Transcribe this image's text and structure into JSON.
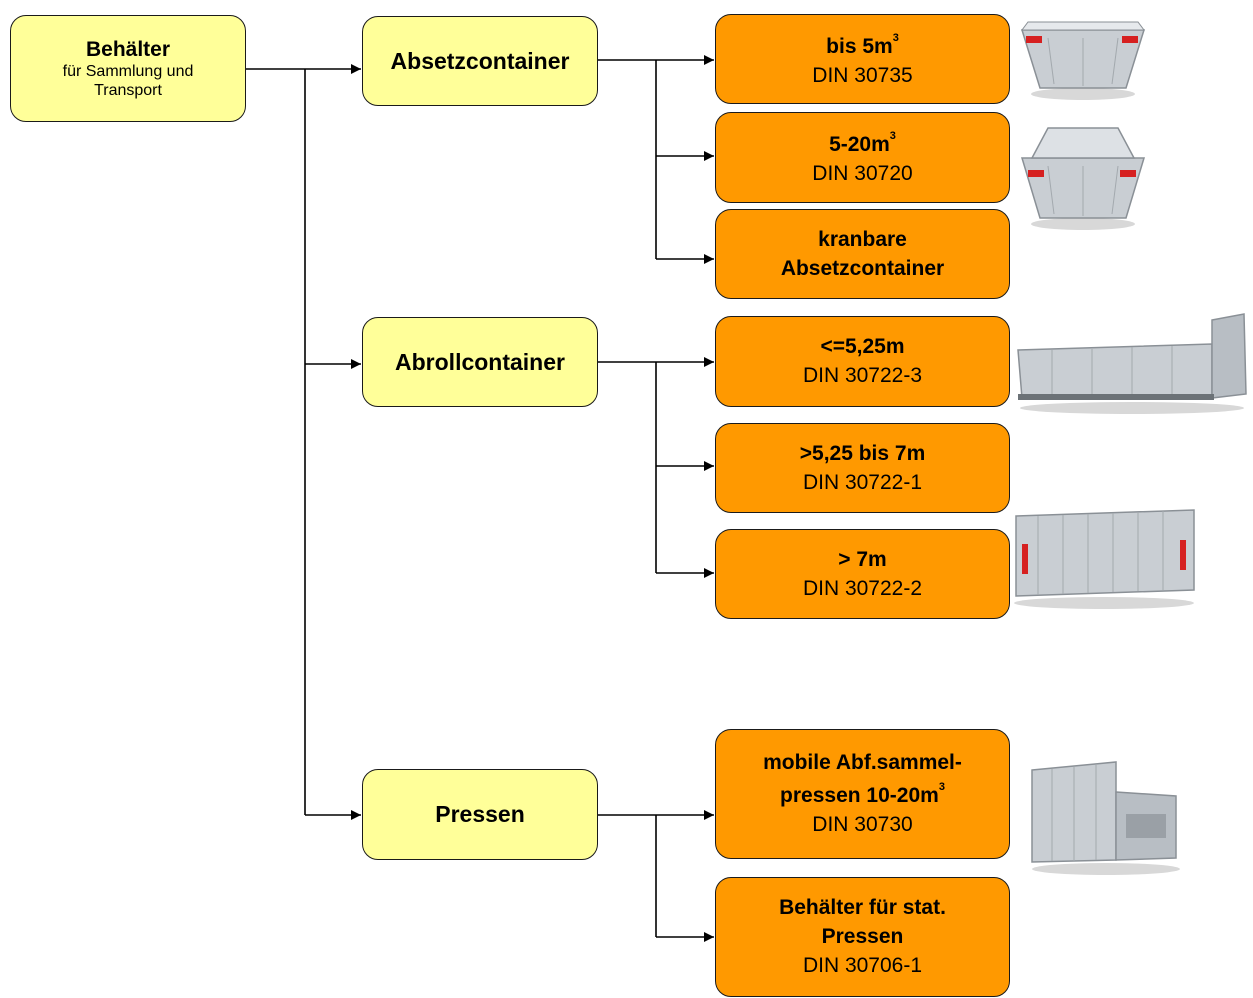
{
  "root": {
    "title": "Behälter",
    "subtitle_line1": "für Sammlung und",
    "subtitle_line2": "Transport"
  },
  "categories": [
    {
      "label": "Absetzcontainer"
    },
    {
      "label": "Abrollcontainer"
    },
    {
      "label": "Pressen"
    }
  ],
  "items": {
    "abs_small": {
      "title": "bis 5m",
      "sup": "3",
      "din": "DIN 30735"
    },
    "abs_medium": {
      "title": "5-20m",
      "sup": "3",
      "din": "DIN 30720"
    },
    "abs_crane": {
      "title_line1": "kranbare",
      "title_line2": "Absetzcontainer"
    },
    "abr_short": {
      "title": "<=5,25m",
      "din": "DIN 30722-3"
    },
    "abr_mid": {
      "title": ">5,25 bis 7m",
      "din": "DIN 30722-1"
    },
    "abr_long": {
      "title": "> 7m",
      "din": "DIN 30722-2"
    },
    "pr_mobile": {
      "title_line1": "mobile Abf.sammel-",
      "title_line2": "pressen 10-20m",
      "sup": "3",
      "din": "DIN 30730"
    },
    "pr_stat": {
      "title_line1": "Behälter für stat.",
      "title_line2": "Pressen",
      "din": "DIN 30706-1"
    }
  },
  "colors": {
    "level1": "#ffff99",
    "level2": "#ff9900",
    "lines": "#000000",
    "metal": "#c9ced3"
  },
  "images": [
    "skip-container-image",
    "skip-container-image",
    "roll-off-container-image",
    "roll-off-container-image",
    "compactor-image"
  ]
}
